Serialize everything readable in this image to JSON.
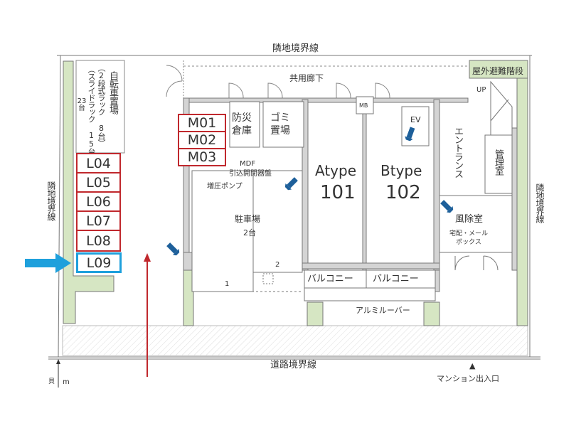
{
  "title": "1F floor plan",
  "boundaries": {
    "neighbor_top": "隣地境界線",
    "neighbor_left": "隣地境界線",
    "neighbor_right": "隣地境界線",
    "road": "道路境界線"
  },
  "bicycle_parking": {
    "title": "自転車置場",
    "rack_2tier": "（2段式ラック 8台）",
    "rack_slide": "（スライドラック 15台）",
    "total": "23台"
  },
  "slots_l": [
    {
      "id": "L04",
      "selected": false
    },
    {
      "id": "L05",
      "selected": false
    },
    {
      "id": "L06",
      "selected": false
    },
    {
      "id": "L07",
      "selected": false
    },
    {
      "id": "L08",
      "selected": false
    },
    {
      "id": "L09",
      "selected": true
    }
  ],
  "slots_m": [
    {
      "id": "M01"
    },
    {
      "id": "M02"
    },
    {
      "id": "M03"
    }
  ],
  "rooms": {
    "corridor": "共用廊下",
    "disaster_storage": "防災\n倉庫",
    "garbage": "ゴミ\n置場",
    "mdf": "MDF",
    "switchboard": "引込開閉器盤",
    "booster_pump": "増圧ポンプ",
    "parking": "駐車場",
    "parking_count": "2台",
    "parking_space_1": "1",
    "parking_space_2": "2",
    "mb": "MB",
    "ev": "EV",
    "unit_a_type": "Atype",
    "unit_a_no": "101",
    "unit_b_type": "Btype",
    "unit_b_no": "102",
    "balcony_a": "バルコニー",
    "balcony_b": "バルコニー",
    "louver": "アルミルーバー",
    "entrance": "エントランス",
    "management": "管理室",
    "windbreak": "風除室",
    "mailbox": "宅配・メール\nボックス",
    "stairs": "屋外避難階段",
    "up": "UP"
  },
  "entrance_marker": {
    "symbol": "▲",
    "label": "マンション出入口"
  },
  "north": {
    "label_a": "貝",
    "label_b": "m"
  },
  "colors": {
    "slot_border": "#c0282d",
    "selected": "#1ea0dc",
    "arrow_red": "#c0282d",
    "green": "#d6e6c3",
    "wall": "#d4d4d4",
    "camera": "#1d5f9a"
  }
}
